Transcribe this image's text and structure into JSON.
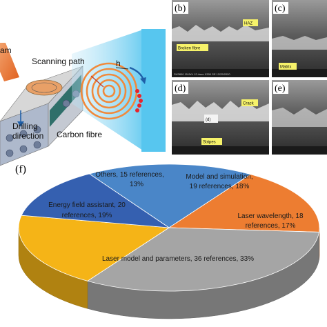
{
  "schematic": {
    "beam_label": "am",
    "scanning_path": "Scanning path",
    "drilling_direction_line1": "Drilling",
    "drilling_direction_line2": "direction",
    "carbon_fibre": "Carbon fibre",
    "h_label": "h"
  },
  "sem_panels": [
    {
      "letter": "(b)",
      "tags": [
        "HAZ",
        "Broken fibre"
      ]
    },
    {
      "letter": "(c)",
      "tags": [
        "Matrix"
      ]
    },
    {
      "letter": "(d)",
      "tags": [
        "Crack",
        "Stripes",
        "(d)"
      ]
    },
    {
      "letter": "(e)",
      "tags": []
    }
  ],
  "sem_footer": "SU3800 15.0kV 12.4mm X300 SE 12/25/2020",
  "colors": {
    "model": "#4a86c8",
    "wavelength": "#ed7d31",
    "parameters": "#a5a5a5",
    "energy": "#f5b417",
    "others": "#3560b0"
  },
  "chart_data": {
    "type": "pie",
    "panel_label": "(f)",
    "slices": [
      {
        "name": "Model and simulation",
        "references": 19,
        "percent": 18,
        "line1": "Model and simulation,",
        "line2": "19 references, 18%",
        "color_key": "model"
      },
      {
        "name": "Laser wavelength",
        "references": 18,
        "percent": 17,
        "line1": "Laser wavelength,  18",
        "line2": "references, 17%",
        "color_key": "wavelength"
      },
      {
        "name": "Laser model and parameters",
        "references": 36,
        "percent": 33,
        "line1": "Laser model and parameters,  36 references, 33%",
        "line2": "",
        "color_key": "parameters"
      },
      {
        "name": "Energy field assistant",
        "references": 20,
        "percent": 19,
        "line1": "Energy field assistant,  20",
        "line2": "references, 19%",
        "color_key": "energy"
      },
      {
        "name": "Others",
        "references": 15,
        "percent": 13,
        "line1": "Others,  15 references,",
        "line2": "13%",
        "color_key": "others"
      }
    ]
  }
}
